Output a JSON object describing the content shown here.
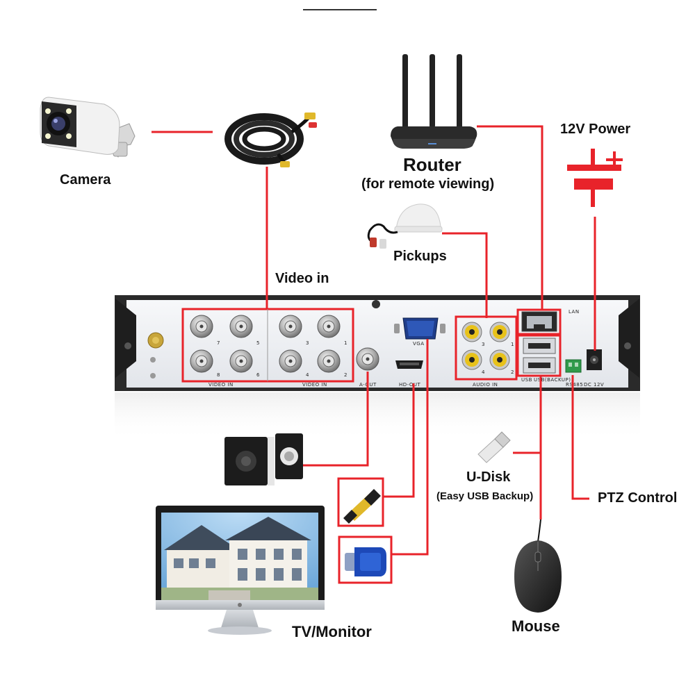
{
  "accent_color": "#e8232a",
  "labels": {
    "camera": "Camera",
    "router": "Router",
    "router_sub": "(for remote viewing)",
    "power": "12V Power",
    "pickups": "Pickups",
    "video_in": "Video in",
    "udisk": "U-Disk",
    "udisk_sub": "(Easy USB Backup)",
    "ptz": "PTZ Control",
    "tv": "TV/Monitor",
    "mouse": "Mouse"
  },
  "dvr_panel": {
    "video_in_left": "VIDEO IN",
    "video_in_right": "VIDEO IN",
    "aout": "A-OUT",
    "hdout": "HD-OUT",
    "vga": "VGA",
    "audio_in": "AUDIO IN",
    "usb_left": "USB",
    "usb_right": "USB(BACKUP)",
    "lan": "LAN",
    "rs485": "RS485",
    "dc": "DC 12V",
    "bnc_numbers": [
      "7",
      "5",
      "3",
      "1",
      "8",
      "6",
      "4",
      "2"
    ],
    "audio_numbers": [
      "3",
      "1",
      "4",
      "2"
    ]
  },
  "icons": [
    "camera-icon",
    "coax-cable-icon",
    "router-icon",
    "battery-icon",
    "microphone-icon",
    "speaker-icon",
    "hdmi-connector-icon",
    "vga-connector-icon",
    "usb-drive-icon",
    "monitor-icon",
    "mouse-icon"
  ]
}
